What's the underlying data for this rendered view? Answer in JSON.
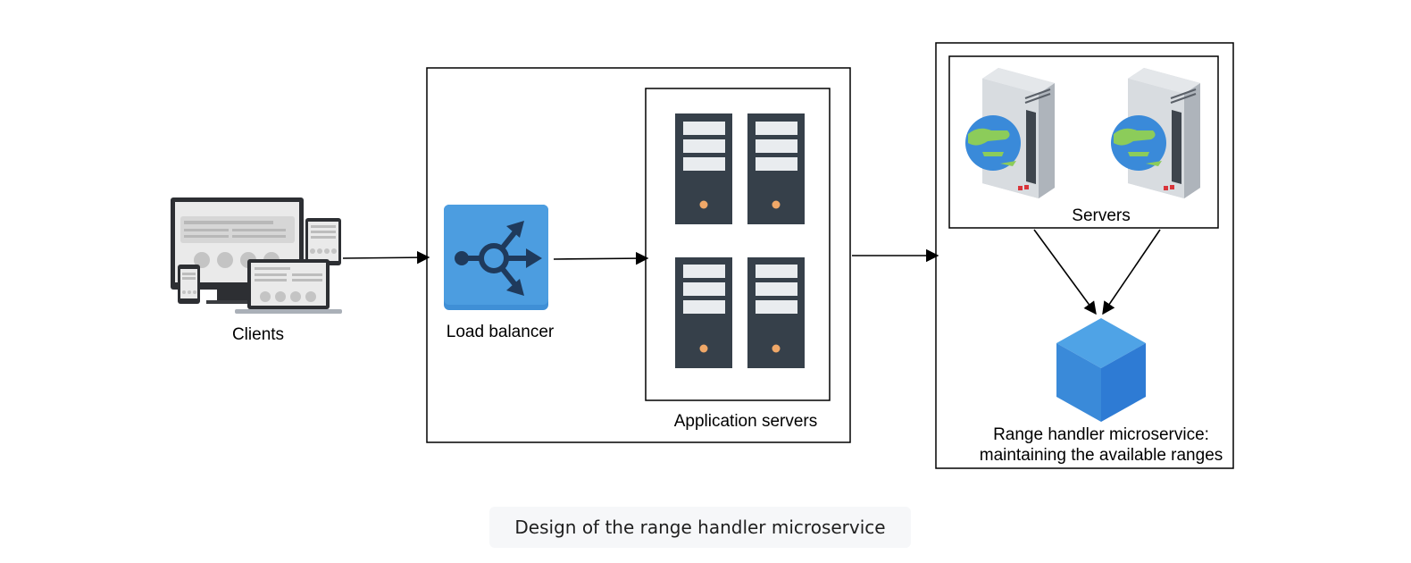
{
  "caption": "Design of the range handler microservice",
  "nodes": {
    "clients": {
      "label": "Clients",
      "icon": "multi-device-icon"
    },
    "load_balancer": {
      "label": "Load balancer",
      "icon": "load-balancer-icon"
    },
    "app_servers": {
      "label": "Application servers",
      "icon": "server-tower-icon"
    },
    "servers": {
      "label": "Servers",
      "icon": "web-server-globe-icon"
    },
    "range_handler": {
      "label_line1": "Range handler microservice:",
      "label_line2": "maintaining the available ranges",
      "icon": "cube-icon"
    }
  },
  "edges": [
    {
      "from": "clients",
      "to": "load_balancer"
    },
    {
      "from": "load_balancer",
      "to": "app_servers"
    },
    {
      "from": "app_servers",
      "to": "range_handler_group"
    },
    {
      "from": "servers",
      "to": "range_handler"
    }
  ],
  "colors": {
    "lb_blue": "#4c9de0",
    "lb_dark": "#1f3a5c",
    "server_dark": "#36404a",
    "server_led": "#f0a868",
    "cube_light": "#4fa3e6",
    "cube_mid": "#3a8ad9",
    "cube_dark": "#2e6fc2"
  }
}
